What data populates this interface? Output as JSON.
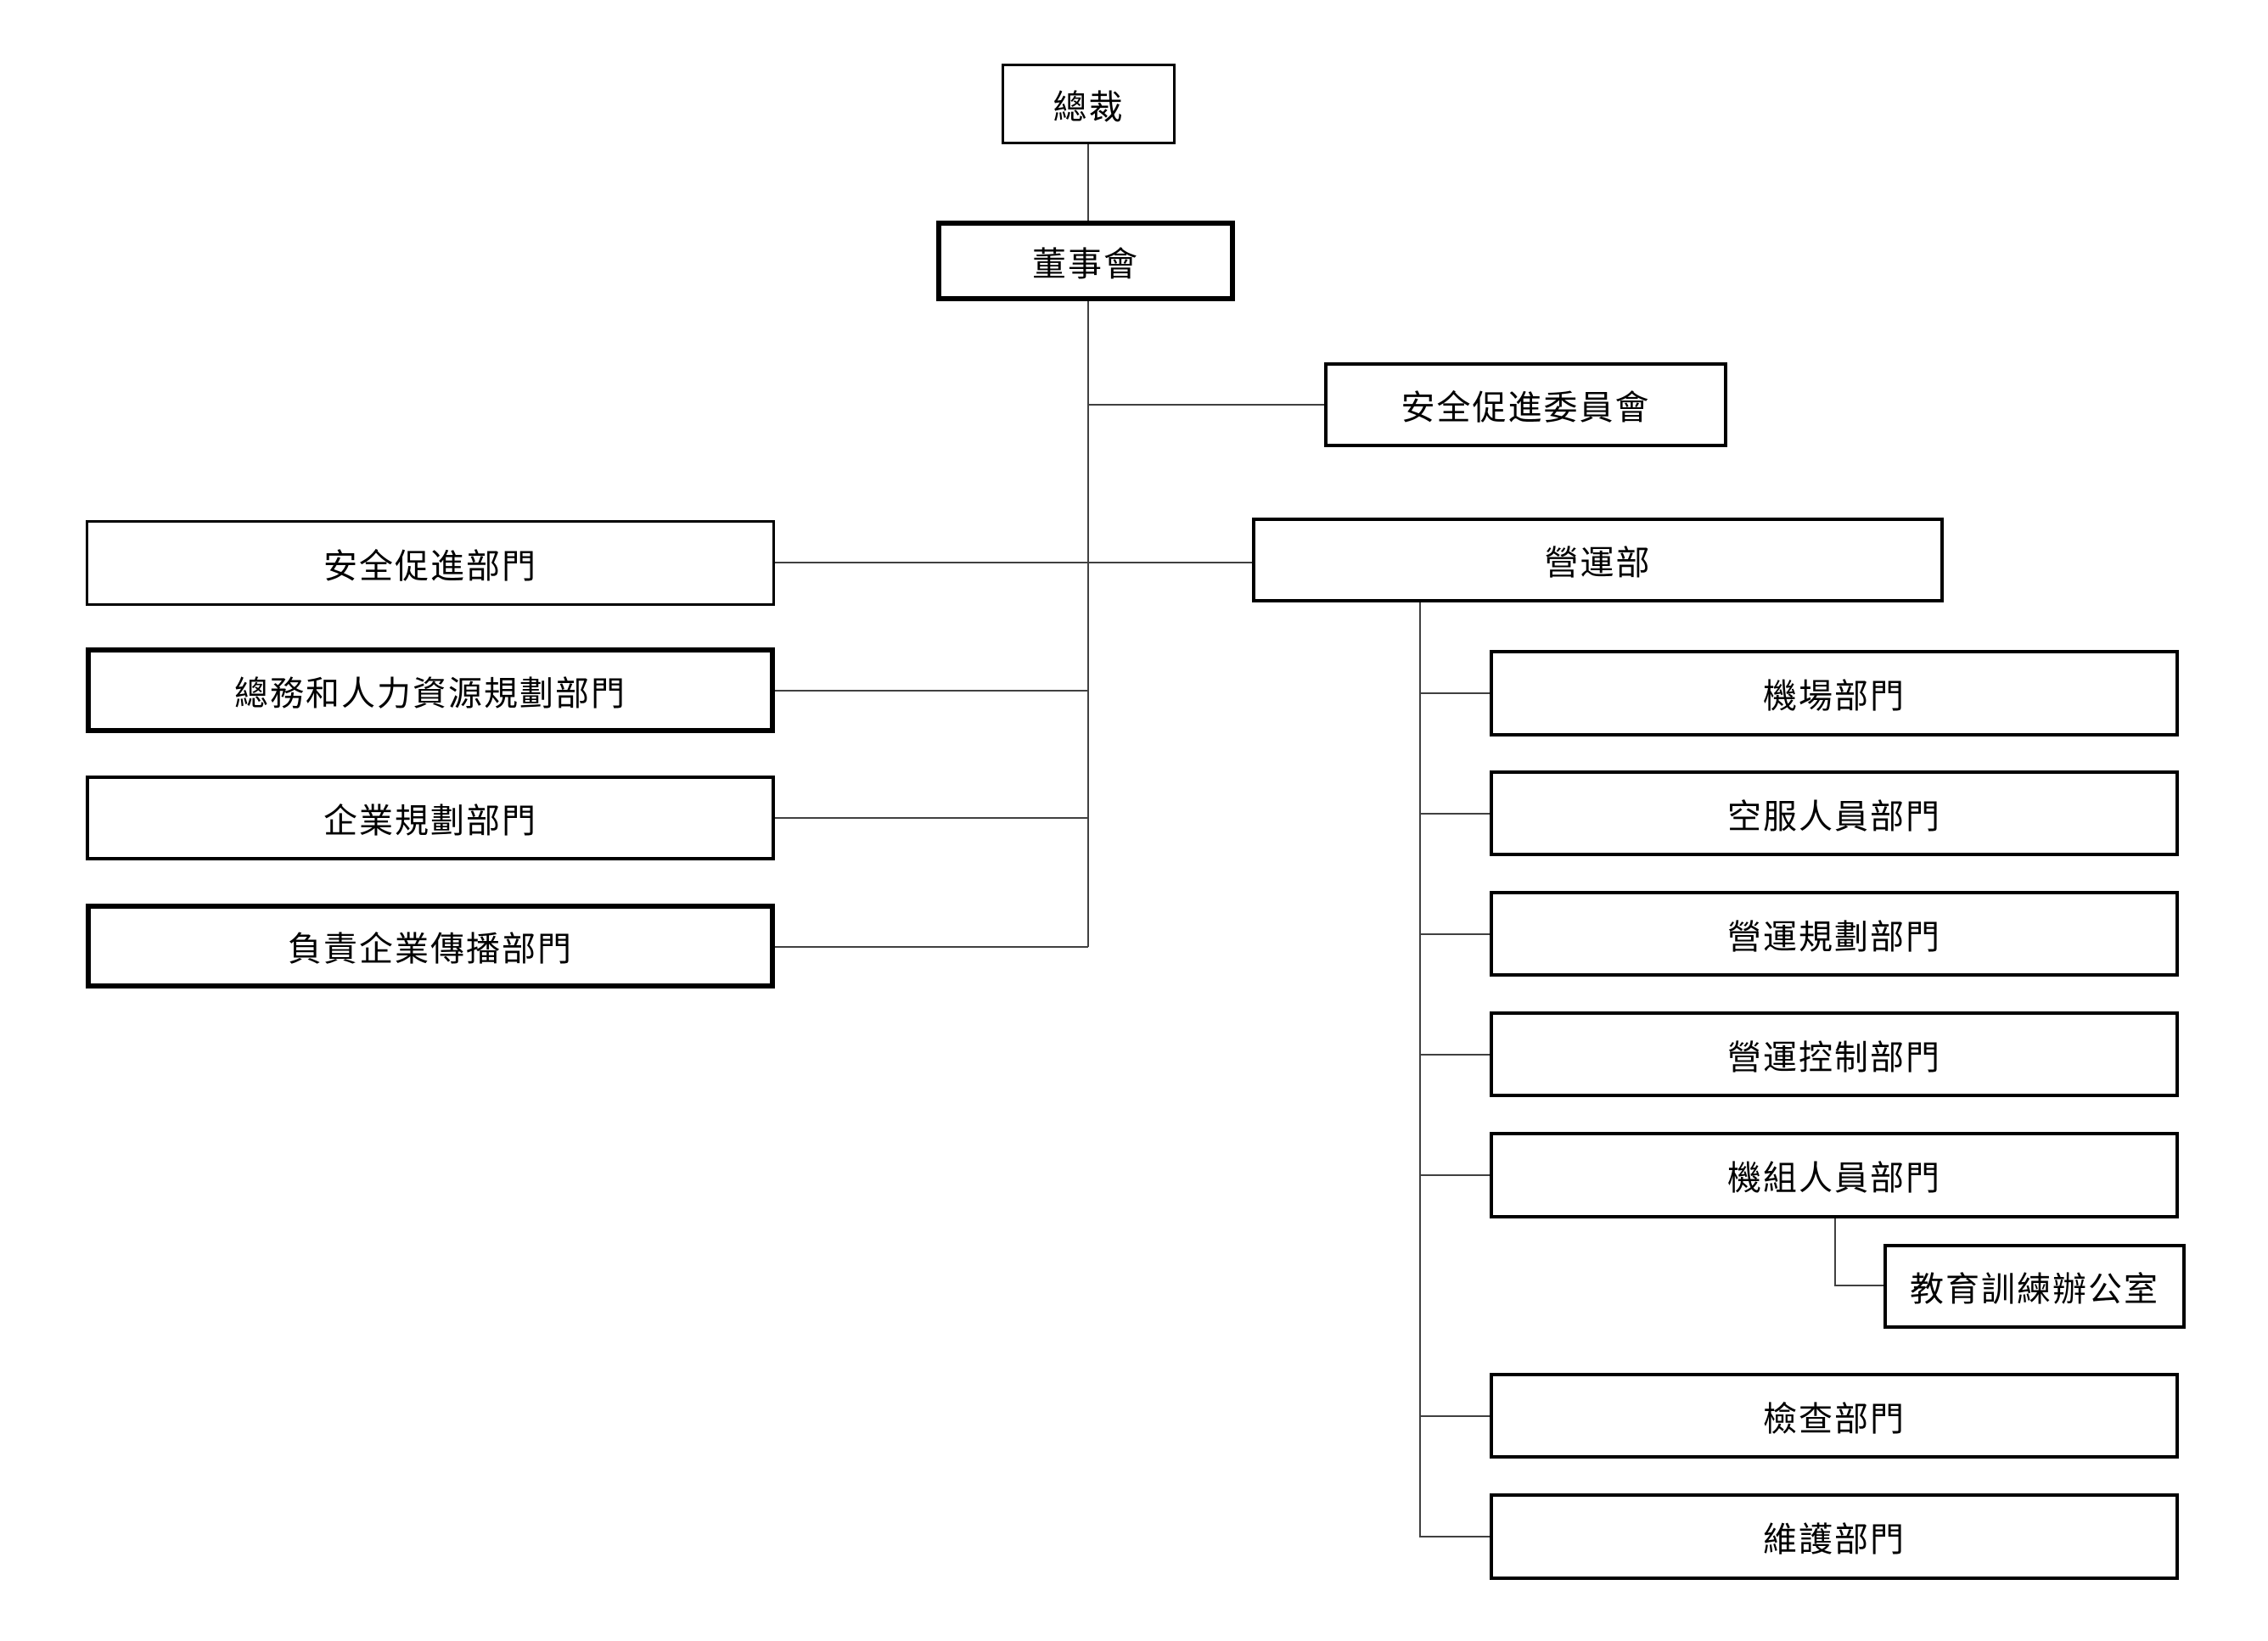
{
  "org": {
    "president": {
      "label": "總裁"
    },
    "board": {
      "label": "董事會"
    },
    "safety_committee": {
      "label": "安全促進委員會"
    },
    "left_departments": [
      {
        "label": "安全促進部門"
      },
      {
        "label": "總務和人力資源規劃部門"
      },
      {
        "label": "企業規劃部門"
      },
      {
        "label": "負責企業傳播部門"
      }
    ],
    "operations": {
      "label": "營運部"
    },
    "operations_children": [
      {
        "label": "機場部門"
      },
      {
        "label": "空服人員部門"
      },
      {
        "label": "營運規劃部門"
      },
      {
        "label": "營運控制部門"
      },
      {
        "label": "機組人員部門"
      },
      {
        "label": "檢查部門"
      },
      {
        "label": "維護部門"
      }
    ],
    "training_office": {
      "label": "教育訓練辦公室"
    }
  },
  "colors": {
    "background": "#ffffff",
    "box_border": "#000000",
    "connector": "#404040",
    "text": "#000000"
  }
}
